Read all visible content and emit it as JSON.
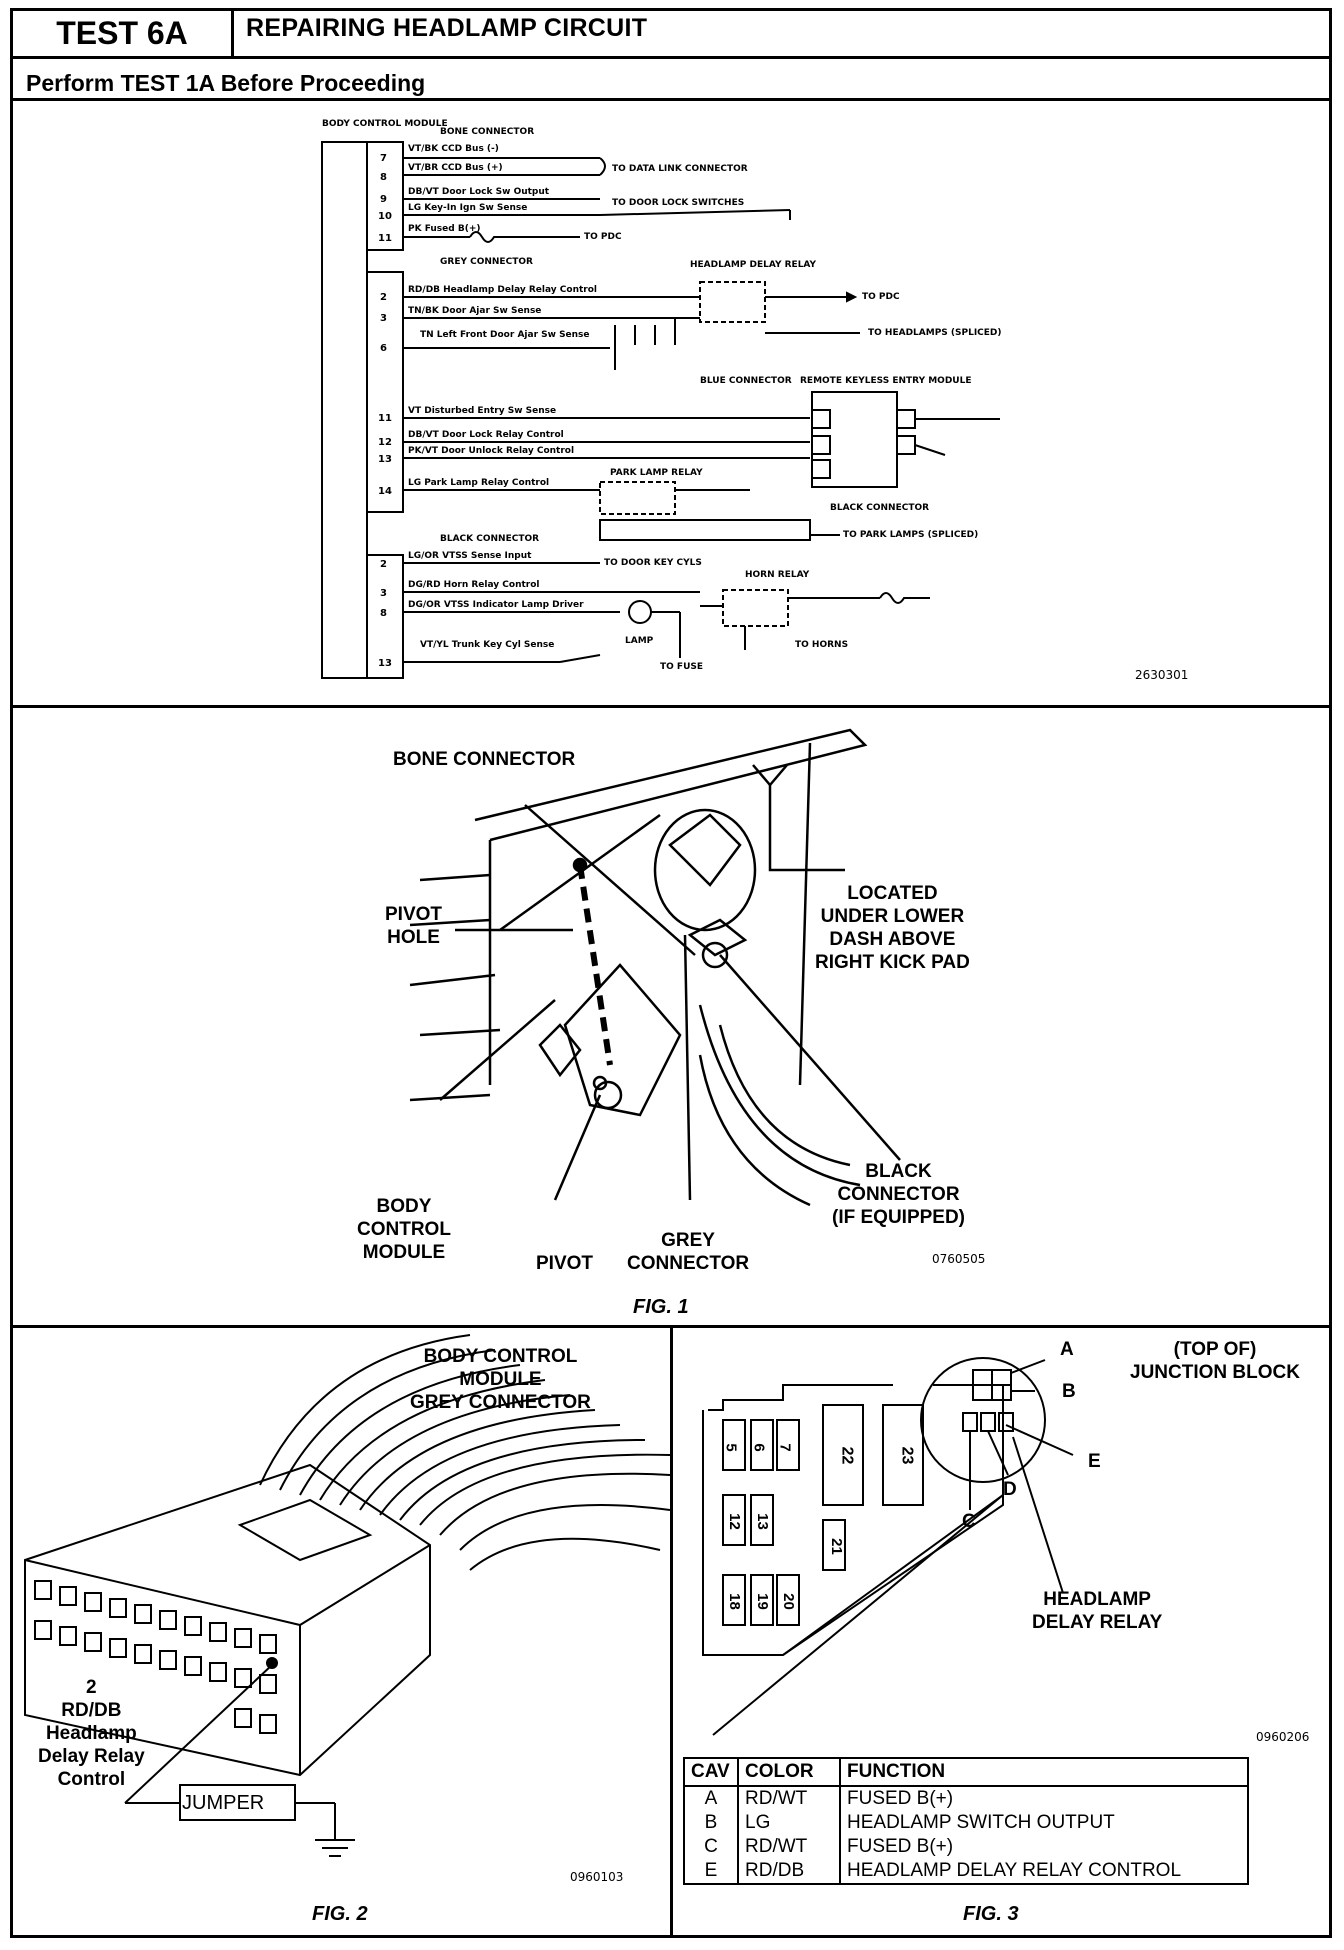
{
  "header": {
    "test_label": "TEST 6A",
    "title": "REPAIRING HEADLAMP CIRCUIT",
    "subtitle": "Perform TEST 1A Before Proceeding"
  },
  "schematic": {
    "module_label": "BODY CONTROL MODULE",
    "bone_connector": "BONE CONNECTOR",
    "grey_connector": "GREY CONNECTOR",
    "black_connector": "BLACK CONNECTOR",
    "headlamp_delay_relay": "HEADLAMP DELAY RELAY",
    "park_lamp_relay": "PARK LAMP RELAY",
    "horn_relay": "HORN RELAY",
    "remote_keyless": "REMOTE KEYLESS ENTRY MODULE",
    "blue_connector": "BLUE CONNECTOR",
    "black_connector_rke": "BLACK CONNECTOR",
    "lamp": "LAMP",
    "code": "2630301",
    "wires": [
      "VT/BK CCD Bus (-)",
      "VT/BR CCD Bus (+)",
      "DB/VT Door Lock Sw Output",
      "LG Key-In Ign Sw Sense",
      "PK Fused B(+)",
      "RD/DB Headlamp Delay Relay Control",
      "TN/BK Door Ajar Sw Sense",
      "TN Left Front Door Ajar Sw Sense",
      "VT Disturbed Entry Sw Sense",
      "DB/VT Door Lock Relay Control",
      "PK/VT Door Unlock Relay Control",
      "LG Park Lamp Relay Control",
      "LG/OR VTSS Sense Input",
      "DG/RD Horn Relay Control",
      "DG/OR VTSS Indicator Lamp Driver",
      "VT/YL Trunk Key Cyl Sense"
    ],
    "pins": [
      "7",
      "8",
      "9",
      "10",
      "11",
      "2",
      "3",
      "6",
      "11",
      "12",
      "13",
      "14",
      "2",
      "3",
      "8",
      "13"
    ],
    "destinations": [
      "TO DATA LINK CONNECTOR",
      "TO DOOR LOCK SWITCHES",
      "TO PDC",
      "TO PDC",
      "TO HEADLAMPS (SPLICED)",
      "TO PARK LAMPS (SPLICED)",
      "TO DOOR KEY CYLS",
      "TO HORNS",
      "TO FUSE"
    ]
  },
  "fig1": {
    "label": "FIG. 1",
    "code": "0760505",
    "callouts": {
      "bone_connector": "BONE CONNECTOR",
      "pivot_hole": "PIVOT\nHOLE",
      "located": "LOCATED\nUNDER LOWER\nDASH ABOVE\nRIGHT KICK PAD",
      "black_connector": "BLACK\nCONNECTOR\n(IF EQUIPPED)",
      "body_control_module": "BODY\nCONTROL\nMODULE",
      "pivot": "PIVOT",
      "grey_connector": "GREY\nCONNECTOR"
    }
  },
  "fig2": {
    "label": "FIG. 2",
    "code": "0960103",
    "title": "BODY CONTROL\nMODULE\nGREY CONNECTOR",
    "wire_callout": "2\nRD/DB\nHeadlamp\nDelay Relay\nControl",
    "jumper": "JUMPER"
  },
  "fig3": {
    "label": "FIG. 3",
    "code": "0960206",
    "title": "(TOP OF)\nJUNCTION BLOCK",
    "relay_label": "HEADLAMP\nDELAY RELAY",
    "letters": [
      "A",
      "B",
      "C",
      "D",
      "E"
    ],
    "fuses": [
      "5",
      "6",
      "7",
      "22",
      "23",
      "12",
      "13",
      "21",
      "18",
      "19",
      "20"
    ],
    "table": {
      "headers": [
        "CAV",
        "COLOR",
        "FUNCTION"
      ],
      "rows": [
        [
          "A",
          "RD/WT",
          "FUSED B(+)"
        ],
        [
          "B",
          "LG",
          "HEADLAMP SWITCH OUTPUT"
        ],
        [
          "C",
          "RD/WT",
          "FUSED B(+)"
        ],
        [
          "E",
          "RD/DB",
          "HEADLAMP DELAY RELAY CONTROL"
        ]
      ]
    }
  }
}
